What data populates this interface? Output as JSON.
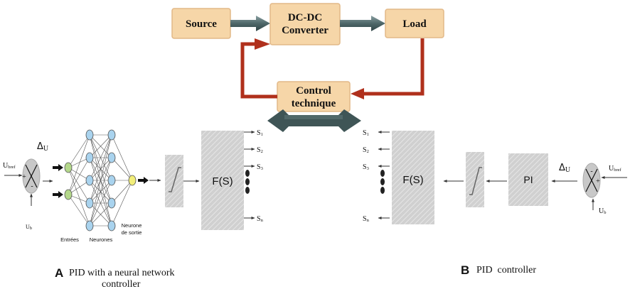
{
  "blocks": {
    "source": "Source",
    "converter_line1": "DC-DC",
    "converter_line2": "Converter",
    "load": "Load",
    "control_line1": "Control",
    "control_line2": "technique"
  },
  "left": {
    "reference": "U",
    "reference_sub": "bref",
    "delta": "Δ",
    "delta_sub": "U",
    "feedback": "U",
    "feedback_sub": "b",
    "plus": "+",
    "minus": "-",
    "inputs_label": "Entrées",
    "neurons_label": "Neurones",
    "output_label_line1": "Neurone",
    "output_label_line2": "de sortie",
    "function": "F(S)",
    "outputs": [
      "S",
      "S",
      "S",
      "S"
    ],
    "output_subs": [
      "1",
      "2",
      "3",
      "n"
    ],
    "caption_letter": "A",
    "caption_line1": "PID with a neural network",
    "caption_line2": "controller"
  },
  "right": {
    "reference": "U",
    "reference_sub": "bref",
    "delta": "Δ",
    "delta_sub": "U",
    "feedback": "U",
    "feedback_sub": "b",
    "plus": "+",
    "minus": "-",
    "pi": "PI",
    "function": "F(S)",
    "outputs": [
      "S",
      "S",
      "S",
      "S"
    ],
    "output_subs": [
      "1",
      "2",
      "3",
      "n"
    ],
    "caption_letter": "B",
    "caption_text": "PID  controller"
  },
  "colors": {
    "block_fill": "#f6d6a8",
    "block_stroke": "#e2b887",
    "red_arrow": "#b0301c",
    "gray_arrow": "#4e6769",
    "gray_box": "#cfcfcf",
    "neuron_blue": "#a9d3ee",
    "neuron_green": "#b4d88b",
    "neuron_yellow": "#f2ee7a"
  }
}
